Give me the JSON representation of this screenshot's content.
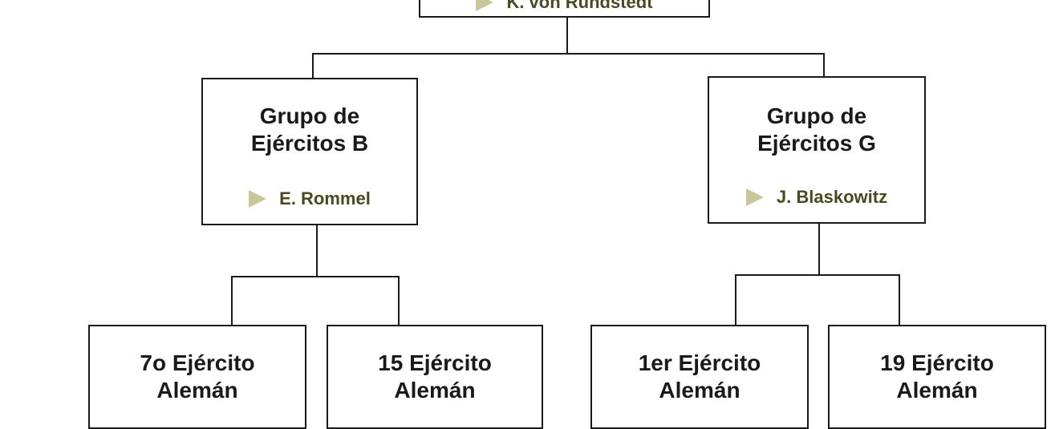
{
  "diagram": {
    "root": {
      "commander": "K. von Rundstedt"
    },
    "groups": [
      {
        "name": "Grupo de Ejércitos B",
        "commander": "E. Rommel",
        "armies": [
          "7o Ejército Alemán",
          "15 Ejército Alemán"
        ]
      },
      {
        "name": "Grupo de Ejércitos G",
        "commander": "J. Blaskowitz",
        "armies": [
          "1er Ejército Alemán",
          "19 Ejército Alemán"
        ]
      }
    ],
    "colors": {
      "border": "#1a1a1a",
      "commander_text": "#4a4a22",
      "arrow": "#c9c79a"
    },
    "icons": {
      "commander_marker": "triangle-right-icon"
    }
  }
}
